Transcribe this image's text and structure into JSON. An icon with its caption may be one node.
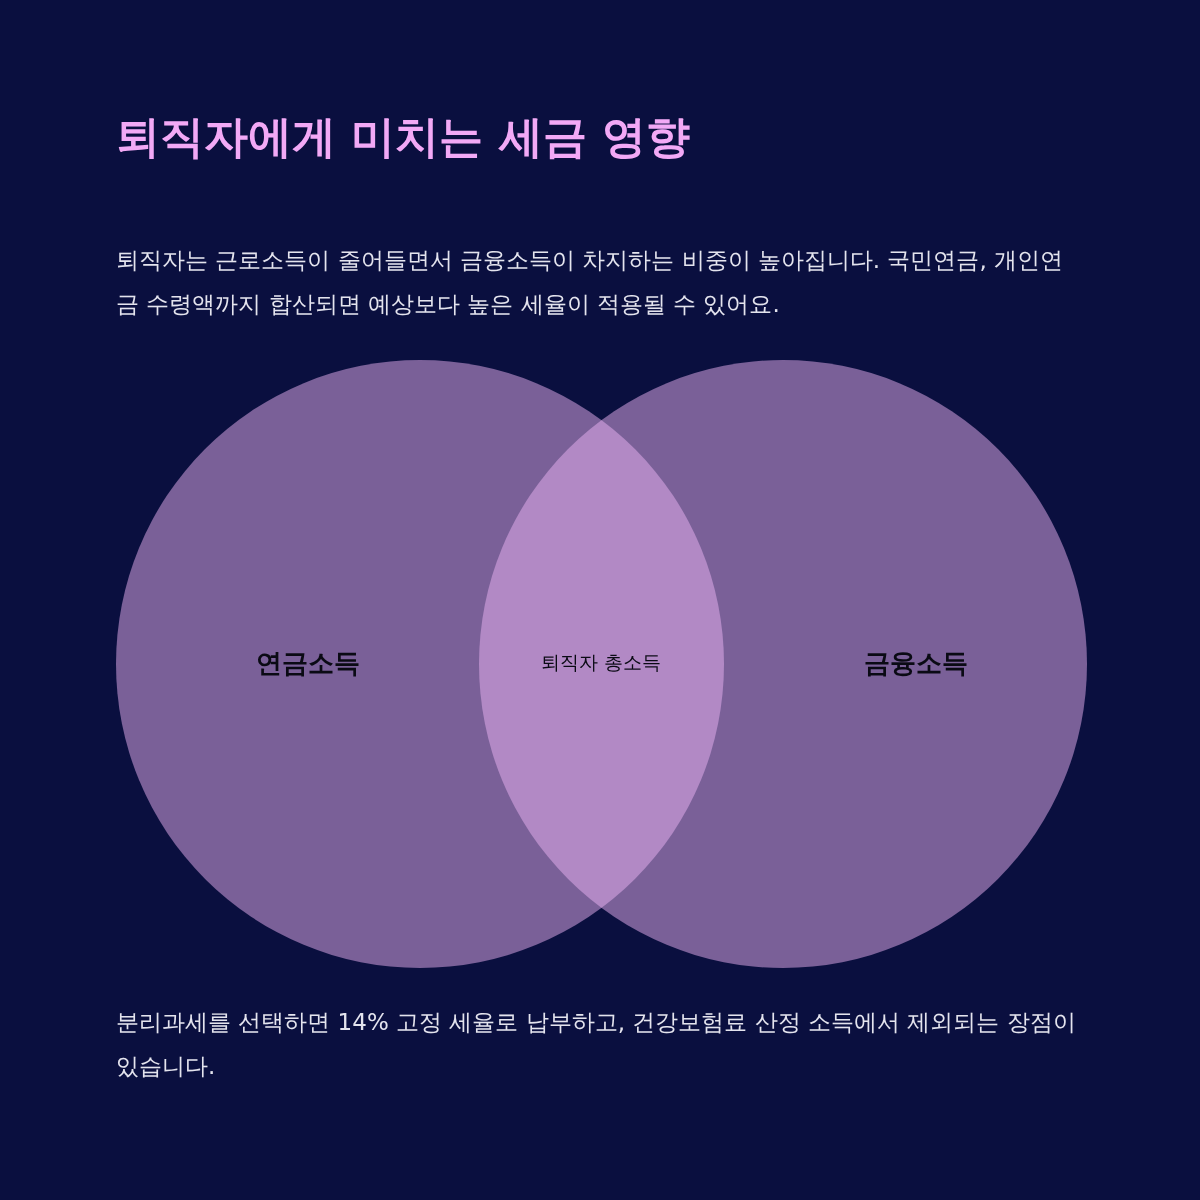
{
  "diagram": {
    "title": "퇴직자에게 미치는 세금 영향",
    "nodes": [
      {
        "text": [
          "연금소득"
        ]
      },
      {
        "text": [
          "금융소득"
        ]
      },
      {
        "text": [
          "퇴직자 총소득"
        ]
      }
    ],
    "labels": [
      "퇴직자는 근로소득이 줄어들면서 금융소득이 차지하는 비중이 높아집니다. 국민연금, 개인연금 수령액까지 합산되면 예상보다 높은 세율이 적용될 수 있어요.",
      "분리과세를 선택하면 14% 고정 세율로 납부하고, 건강보험료 산정 소득에서 제외되는 장점이 있습니다."
    ]
  }
}
